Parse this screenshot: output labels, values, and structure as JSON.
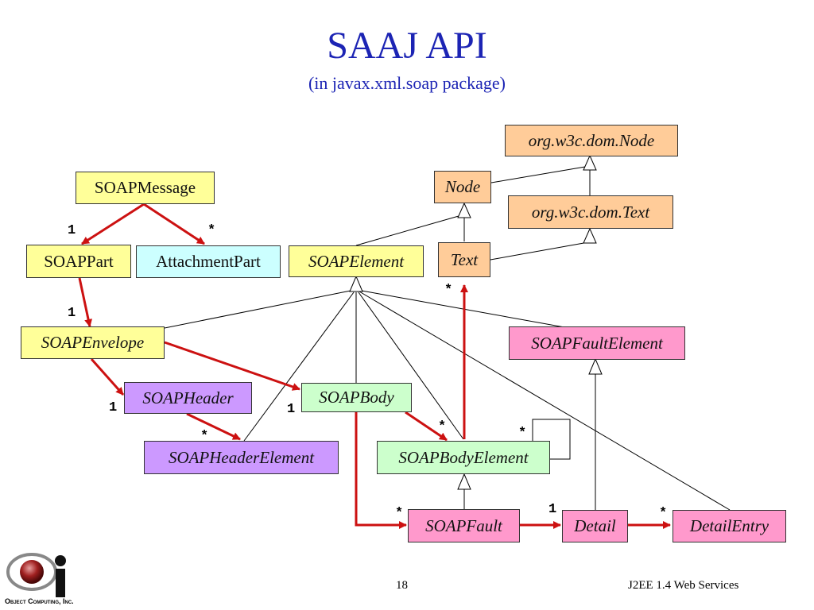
{
  "title": "SAAJ API",
  "subtitle": "(in javax.xml.soap package)",
  "classes": {
    "soap_message": "SOAPMessage",
    "soap_part": "SOAPPart",
    "attachment_part": "AttachmentPart",
    "soap_element": "SOAPElement",
    "node": "Node",
    "dom_node": "org.w3c.dom.Node",
    "dom_text": "org.w3c.dom.Text",
    "text": "Text",
    "soap_envelope": "SOAPEnvelope",
    "soap_fault_element": "SOAPFaultElement",
    "soap_header": "SOAPHeader",
    "soap_body": "SOAPBody",
    "soap_header_element": "SOAPHeaderElement",
    "soap_body_element": "SOAPBodyElement",
    "soap_fault": "SOAPFault",
    "detail": "Detail",
    "detail_entry": "DetailEntry"
  },
  "multiplicities": {
    "message_part": "1",
    "message_attachment": "*",
    "part_envelope": "1",
    "envelope_header": "1",
    "envelope_body": "1",
    "header_element": "*",
    "body_element": "*",
    "body_element_self": "*",
    "body_element_text": "*",
    "body_fault": "*",
    "fault_detail": "1",
    "detail_entry": "*"
  },
  "colors": {
    "title": "#1c24b4",
    "composition": "#cc1111",
    "inheritance": "#000000"
  },
  "footer": {
    "page_number": "18",
    "course": "J2EE 1.4 Web Services",
    "logo_text": "Object Computing, Inc."
  }
}
